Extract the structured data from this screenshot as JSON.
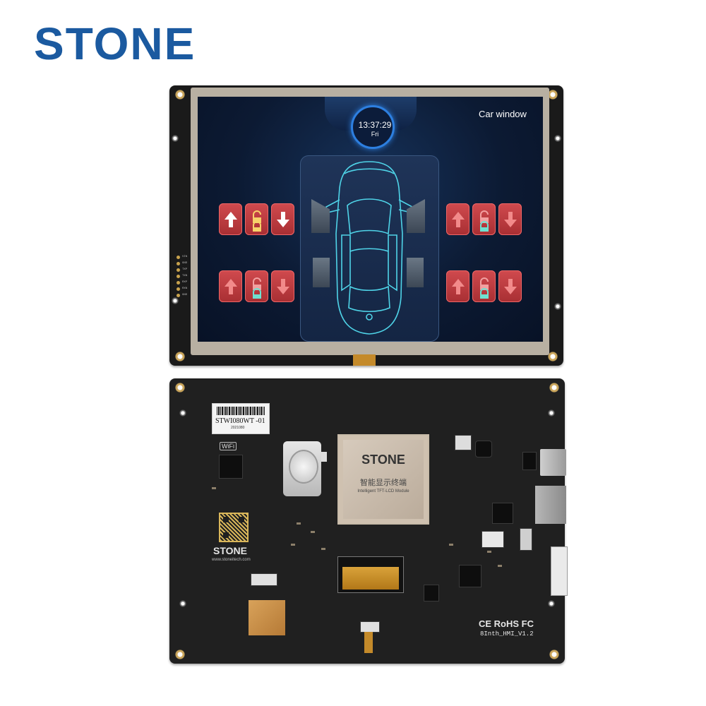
{
  "brand": {
    "logo": "STONE",
    "color": "#1b5aa0"
  },
  "front_screen": {
    "clock_time": "13:37:29",
    "clock_day": "Fri",
    "title": "Car window",
    "controls": [
      {
        "position": "front-left",
        "icons": [
          "arrow-up-icon",
          "unlock-icon",
          "arrow-down-icon"
        ]
      },
      {
        "position": "front-right",
        "icons": [
          "arrow-up-icon",
          "lock-icon",
          "arrow-down-icon"
        ]
      },
      {
        "position": "rear-left",
        "icons": [
          "arrow-up-icon",
          "lock-icon",
          "arrow-down-icon"
        ]
      },
      {
        "position": "rear-right",
        "icons": [
          "arrow-up-icon",
          "lock-icon",
          "arrow-down-icon"
        ]
      }
    ],
    "colors": {
      "button": "#c0393d",
      "accent": "#2d7fe0",
      "car_outline": "#4fd4e8"
    }
  },
  "pin_labels": [
    "VIN",
    "GND",
    "TXP",
    "TXN",
    "RXP",
    "RXN",
    "GND"
  ],
  "back_board": {
    "sticker_model": "STWI080WT -01",
    "sticker_date": "2021080",
    "wifi_mark": "WiFi",
    "chip_brand": "STONE",
    "chip_cn": "智能显示终端",
    "chip_sub": "Intelligent TFT-LCD Module",
    "board_brand": "STONE",
    "board_url": "www.stoneitech.com",
    "cert_marks": "CE RoHS FC",
    "revision": "8Inth_HMI_V1.2"
  }
}
